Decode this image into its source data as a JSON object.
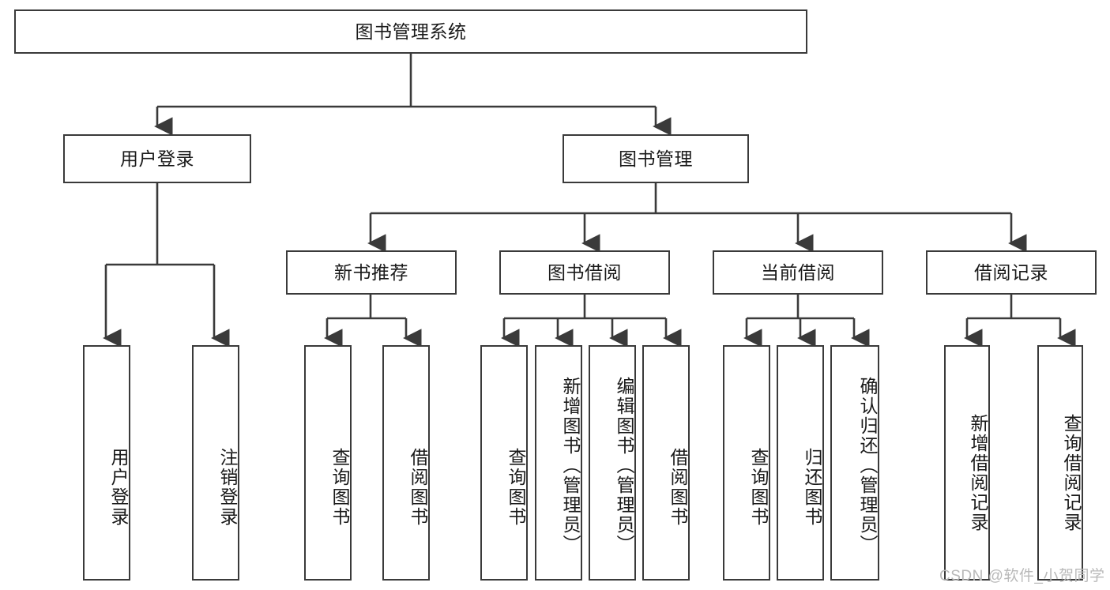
{
  "diagram": {
    "title": "图书管理系统",
    "type": "tree-hierarchy-diagram",
    "root": {
      "label": "图书管理系统"
    },
    "level2": [
      {
        "id": "user-login",
        "label": "用户登录"
      },
      {
        "id": "book-management",
        "label": "图书管理"
      }
    ],
    "level3": [
      {
        "id": "new-book-recommend",
        "label": "新书推荐"
      },
      {
        "id": "book-borrow",
        "label": "图书借阅"
      },
      {
        "id": "current-borrow",
        "label": "当前借阅"
      },
      {
        "id": "borrow-record",
        "label": "借阅记录"
      }
    ],
    "leaves": {
      "user_login": [
        {
          "id": "leaf-user-login",
          "label": "用户登录"
        },
        {
          "id": "leaf-logout",
          "label": "注销登录"
        }
      ],
      "new_book_recommend": [
        {
          "id": "leaf-query-book-1",
          "label": "查询图书"
        },
        {
          "id": "leaf-borrow-book-1",
          "label": "借阅图书"
        }
      ],
      "book_borrow": [
        {
          "id": "leaf-query-book-2",
          "label": "查询图书"
        },
        {
          "id": "leaf-add-book",
          "label": "新增图书（管理员）"
        },
        {
          "id": "leaf-edit-book",
          "label": "编辑图书（管理员）"
        },
        {
          "id": "leaf-borrow-book-2",
          "label": "借阅图书"
        }
      ],
      "current_borrow": [
        {
          "id": "leaf-query-book-3",
          "label": "查询图书"
        },
        {
          "id": "leaf-return-book",
          "label": "归还图书"
        },
        {
          "id": "leaf-confirm-return",
          "label": "确认归还（管理员）"
        }
      ],
      "borrow_record": [
        {
          "id": "leaf-add-record",
          "label": "新增借阅记录"
        },
        {
          "id": "leaf-query-record",
          "label": "查询借阅记录"
        }
      ]
    },
    "colors": {
      "stroke": "#3a3a3a",
      "fill": "#ffffff",
      "text": "#1a1a1a",
      "watermark": "#b9b9b9"
    }
  },
  "watermark": {
    "text": "CSDN @软件_小贺同学"
  }
}
